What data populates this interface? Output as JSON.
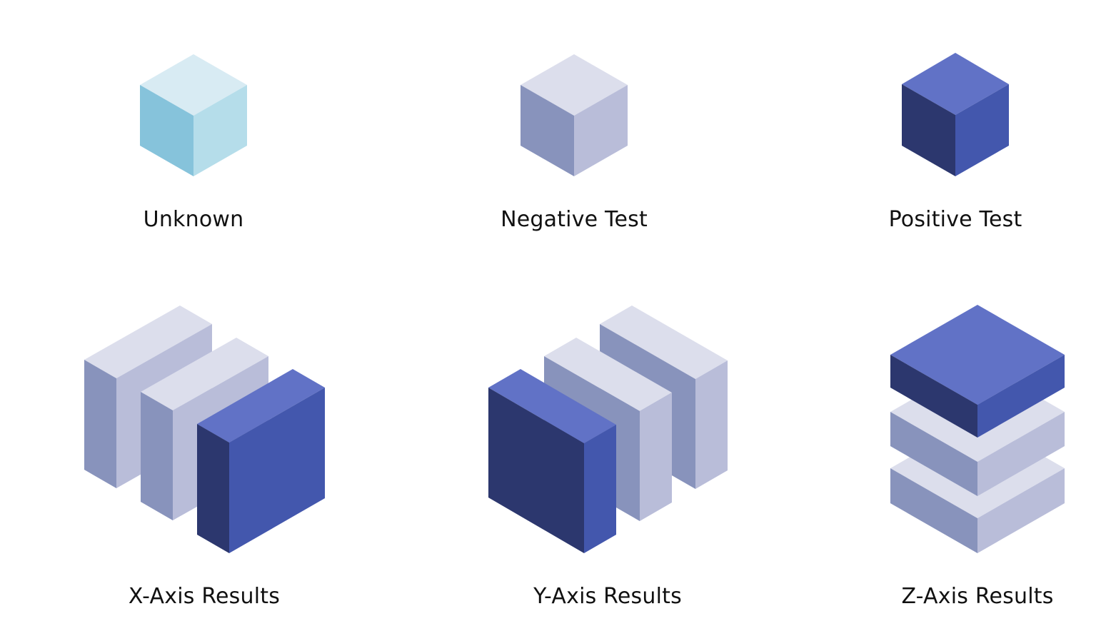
{
  "legend": {
    "unknown": "Unknown",
    "negative": "Negative Test",
    "positive": "Positive Test",
    "x_axis": "X-Axis Results",
    "y_axis": "Y-Axis Results",
    "z_axis": "Z-Axis Results"
  },
  "colors": {
    "unknown_top": "#d8ebf3",
    "unknown_left": "#86c3db",
    "unknown_right": "#b5ddea",
    "negative_top": "#dcdeec",
    "negative_left": "#8893bc",
    "negative_right": "#b9bdd9",
    "positive_top": "#6172c6",
    "positive_left": "#2c376e",
    "positive_right": "#4357ad"
  }
}
